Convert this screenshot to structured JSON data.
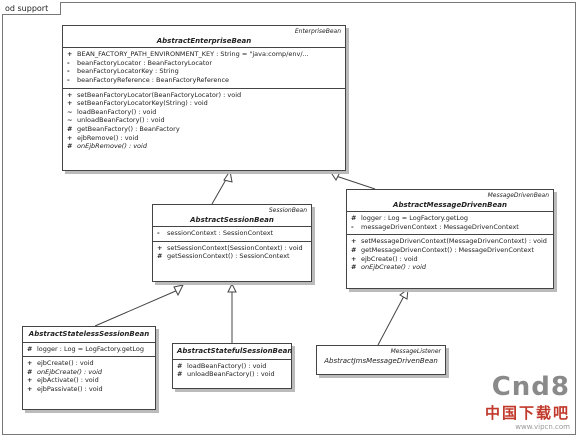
{
  "frame": {
    "tab_label": "od support"
  },
  "classes": {
    "abstract_enterprise_bean": {
      "stereotype": "EnterpriseBean",
      "name": "AbstractEnterpriseBean",
      "attributes": [
        {
          "vis": "+",
          "text": "BEAN_FACTORY_PATH_ENVIRONMENT_KEY : String = \"java:comp/env/..."
        },
        {
          "vis": "-",
          "text": "beanFactoryLocator : BeanFactoryLocator"
        },
        {
          "vis": "-",
          "text": "beanFactoryLocatorKey : String"
        },
        {
          "vis": "-",
          "text": "beanFactoryReference : BeanFactoryReference"
        }
      ],
      "operations": [
        {
          "vis": "+",
          "text": "setBeanFactoryLocator(BeanFactoryLocator) : void"
        },
        {
          "vis": "+",
          "text": "setBeanFactoryLocatorKey(String) : void"
        },
        {
          "vis": "~",
          "text": "loadBeanFactory() : void"
        },
        {
          "vis": "~",
          "text": "unloadBeanFactory() : void"
        },
        {
          "vis": "#",
          "text": "getBeanFactory() : BeanFactory"
        },
        {
          "vis": "+",
          "text": "ejbRemove() : void"
        },
        {
          "vis": "#",
          "text": "onEjbRemove() : void"
        }
      ]
    },
    "abstract_session_bean": {
      "stereotype": "SessionBean",
      "name": "AbstractSessionBean",
      "attributes": [
        {
          "vis": "-",
          "text": "sessionContext : SessionContext"
        }
      ],
      "operations": [
        {
          "vis": "+",
          "text": "setSessionContext(SessionContext) : void"
        },
        {
          "vis": "#",
          "text": "getSessionContext() : SessionContext"
        }
      ]
    },
    "abstract_message_driven_bean": {
      "stereotype": "MessageDrivenBean",
      "name": "AbstractMessageDrivenBean",
      "attributes": [
        {
          "vis": "#",
          "text": "logger : Log = LogFactory.getLog"
        },
        {
          "vis": "-",
          "text": "messageDrivenContext : MessageDrivenContext"
        }
      ],
      "operations": [
        {
          "vis": "+",
          "text": "setMessageDrivenContext(MessageDrivenContext) : void"
        },
        {
          "vis": "#",
          "text": "getMessageDrivenContext() : MessageDrivenContext"
        },
        {
          "vis": "+",
          "text": "ejbCreate() : void"
        },
        {
          "vis": "#",
          "text": "onEjbCreate() : void"
        }
      ]
    },
    "abstract_stateless_session_bean": {
      "name": "AbstractStatelessSessionBean",
      "attributes": [
        {
          "vis": "#",
          "text": "logger : Log = LogFactory.getLog"
        }
      ],
      "operations": [
        {
          "vis": "+",
          "text": "ejbCreate() : void"
        },
        {
          "vis": "#",
          "text": "onEjbCreate() : void"
        },
        {
          "vis": "+",
          "text": "ejbActivate() : void"
        },
        {
          "vis": "+",
          "text": "ejbPassivate() : void"
        }
      ]
    },
    "abstract_stateful_session_bean": {
      "name": "AbstractStatefulSessionBean",
      "operations": [
        {
          "vis": "#",
          "text": "loadBeanFactory() : void"
        },
        {
          "vis": "#",
          "text": "unloadBeanFactory() : void"
        }
      ]
    },
    "abstract_jms_message_driven_bean": {
      "stereotype": "MessageListener",
      "name": "AbstractJmsMessageDrivenBean"
    }
  },
  "watermark": {
    "logo": "Cnd8",
    "chinese": "中国下载吧",
    "url": "www.vipcn.com"
  }
}
